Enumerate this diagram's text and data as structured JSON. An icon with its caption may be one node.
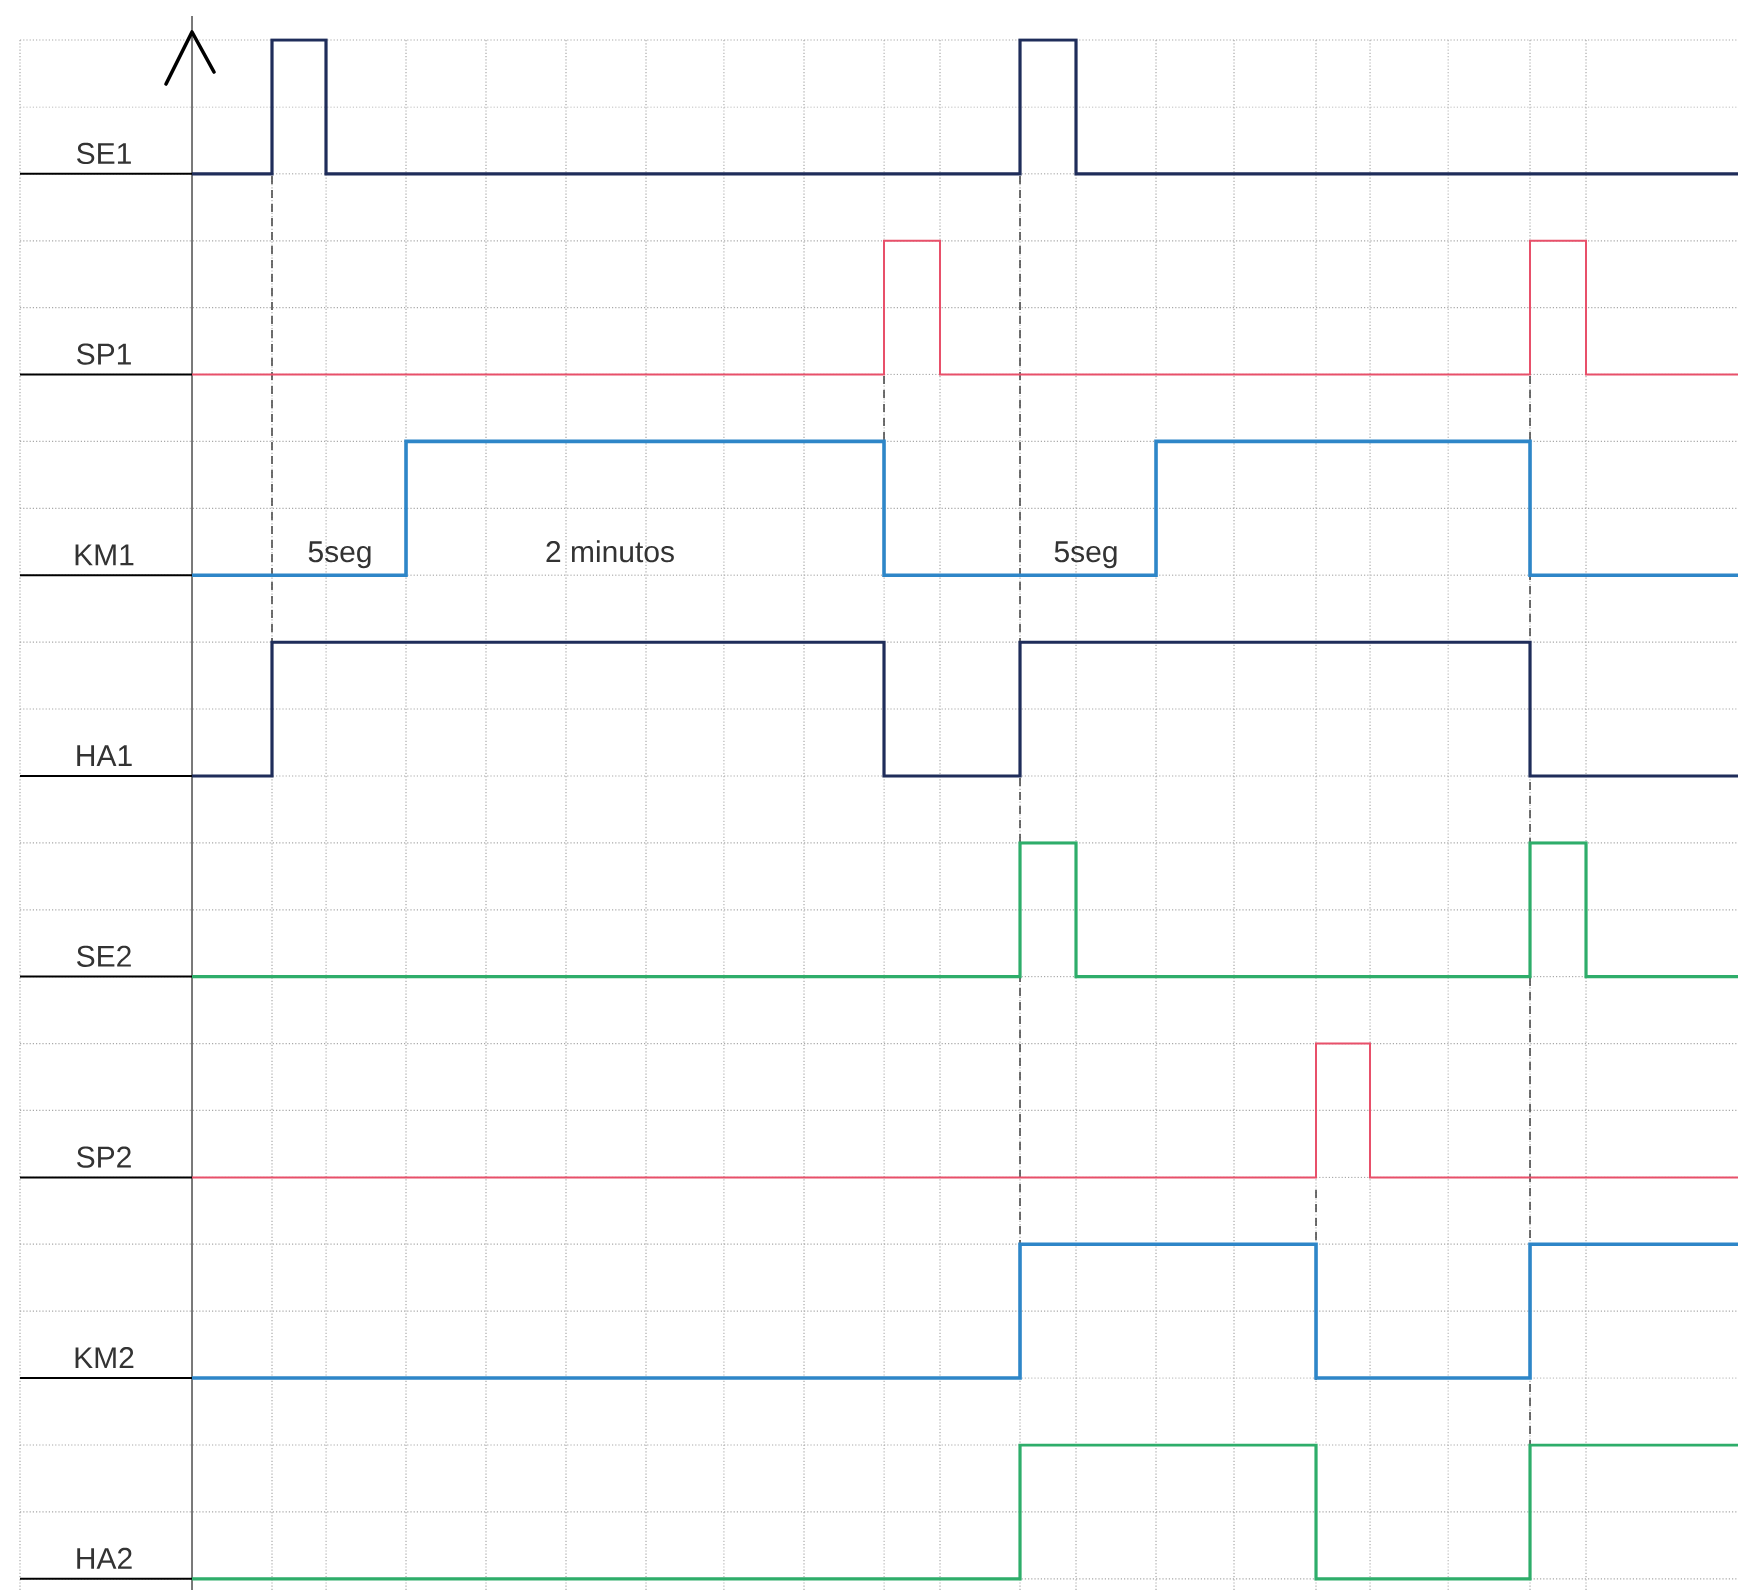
{
  "diagram": {
    "labels": [
      "SE1",
      "SP1",
      "KM1",
      "HA1",
      "SE2",
      "SP2",
      "KM2",
      "HA2",
      "5seg",
      "2 minutos",
      "5seg"
    ]
  }
}
